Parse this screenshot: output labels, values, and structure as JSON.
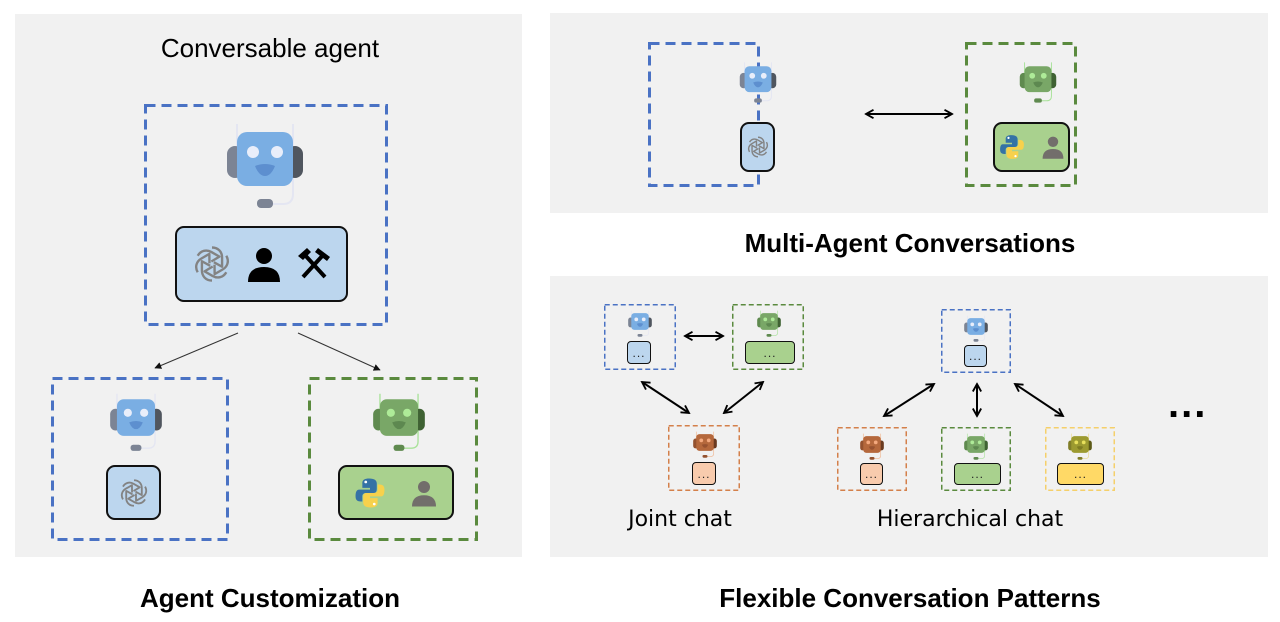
{
  "figure": {
    "left": {
      "heading": "Conversable agent",
      "caption": "Agent Customization",
      "root_agent": {
        "color": "blue",
        "capabilities": [
          "openai-llm-icon",
          "human-icon",
          "tools-icon"
        ]
      },
      "children": [
        {
          "color": "blue",
          "capabilities": [
            "openai-llm-icon"
          ]
        },
        {
          "color": "green",
          "capabilities": [
            "python-icon",
            "human-icon"
          ]
        }
      ]
    },
    "top_right": {
      "caption": "Multi-Agent Conversations",
      "agents": [
        {
          "color": "blue",
          "capabilities": [
            "openai-llm-icon"
          ]
        },
        {
          "color": "green",
          "capabilities": [
            "python-icon",
            "human-icon"
          ]
        }
      ],
      "connection": "bidirectional"
    },
    "bottom_right": {
      "caption": "Flexible Conversation Patterns",
      "joint_chat": {
        "label": "Joint chat",
        "agents": [
          {
            "color": "blue",
            "text": "..."
          },
          {
            "color": "green",
            "text": "..."
          },
          {
            "color": "orange",
            "text": "..."
          }
        ]
      },
      "hierarchical_chat": {
        "label": "Hierarchical chat",
        "agents": [
          {
            "color": "blue",
            "text": "..."
          },
          {
            "color": "orange",
            "text": "..."
          },
          {
            "color": "green",
            "text": "..."
          },
          {
            "color": "yellow",
            "text": "..."
          }
        ]
      },
      "more": "..."
    }
  },
  "colors": {
    "blue": {
      "dash": "#4a72c4",
      "head": "#7aaee3",
      "nose": "#5d8fcf",
      "ear": "#7c8494",
      "earDark": "#50565f",
      "eye": "#e9eefa",
      "cap": "#bcd6ee",
      "wire": "#e4e6f2"
    },
    "green": {
      "dash": "#5a8a3e",
      "head": "#79a767",
      "nose": "#5d8850",
      "ear": "#5f8a4f",
      "earDark": "#3f6233",
      "eye": "#aeeb98",
      "cap": "#a9d18e",
      "wire": "#a9e29a"
    },
    "orange": {
      "dash": "#d4804a",
      "head": "#b5683c",
      "nose": "#985230",
      "ear": "#94522f",
      "earDark": "#6a3a20",
      "eye": "#f4a97e",
      "cap": "#f8cbad",
      "wire": "#f0b58f"
    },
    "yellow": {
      "dash": "#f5d06a",
      "head": "#9c9a30",
      "nose": "#7e7c22",
      "ear": "#807e28",
      "earDark": "#5c5a18",
      "eye": "#e8e05c",
      "cap": "#ffd966",
      "wire": "#e8d98a"
    }
  }
}
